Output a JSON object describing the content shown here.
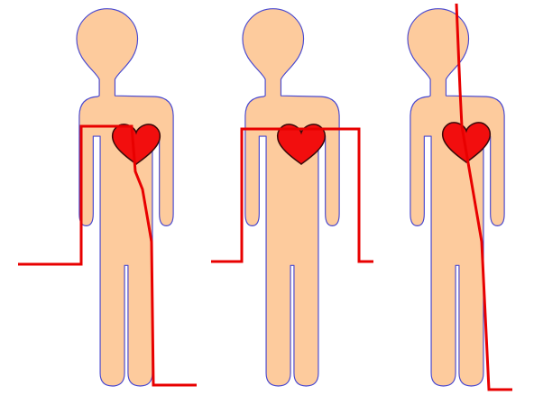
{
  "figures": [
    {
      "id": "figure-1",
      "current_path": "hand-to-foot"
    },
    {
      "id": "figure-2",
      "current_path": "hand-to-hand"
    },
    {
      "id": "figure-3",
      "current_path": "head-to-foot"
    }
  ],
  "colors": {
    "skin": "#FDCB9D",
    "outline": "#4848D0",
    "heart": "#F20E0E",
    "current": "#E80000",
    "background": "#FFFFFF"
  }
}
